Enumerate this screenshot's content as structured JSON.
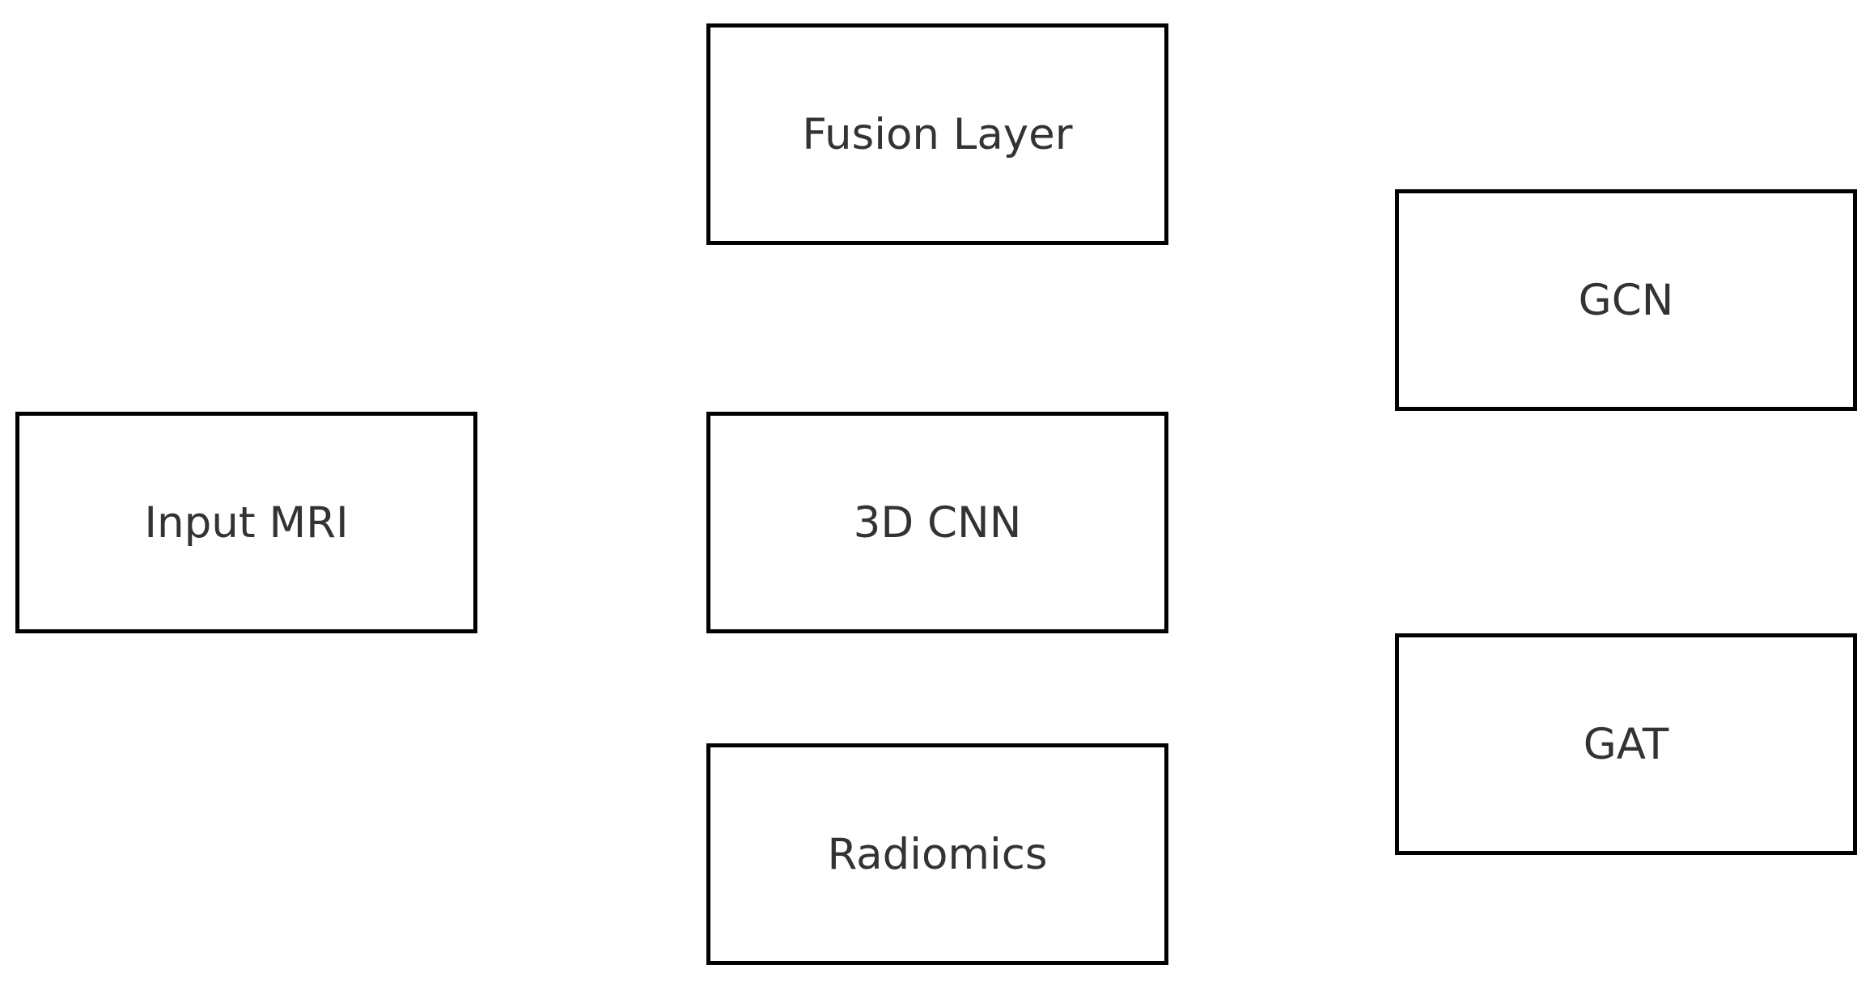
{
  "diagram": {
    "type": "block-diagram",
    "background_color": "#ffffff",
    "node_fill_color": "#ffffff",
    "node_border_color": "#000000",
    "label_color": "#333333",
    "edges": [],
    "nodes": [
      {
        "id": "fusion-layer",
        "label": "Fusion Layer"
      },
      {
        "id": "gcn",
        "label": "GCN"
      },
      {
        "id": "input-mri",
        "label": "Input MRI"
      },
      {
        "id": "3d-cnn",
        "label": "3D CNN"
      },
      {
        "id": "gat",
        "label": "GAT"
      },
      {
        "id": "radiomics",
        "label": "Radiomics"
      }
    ]
  }
}
